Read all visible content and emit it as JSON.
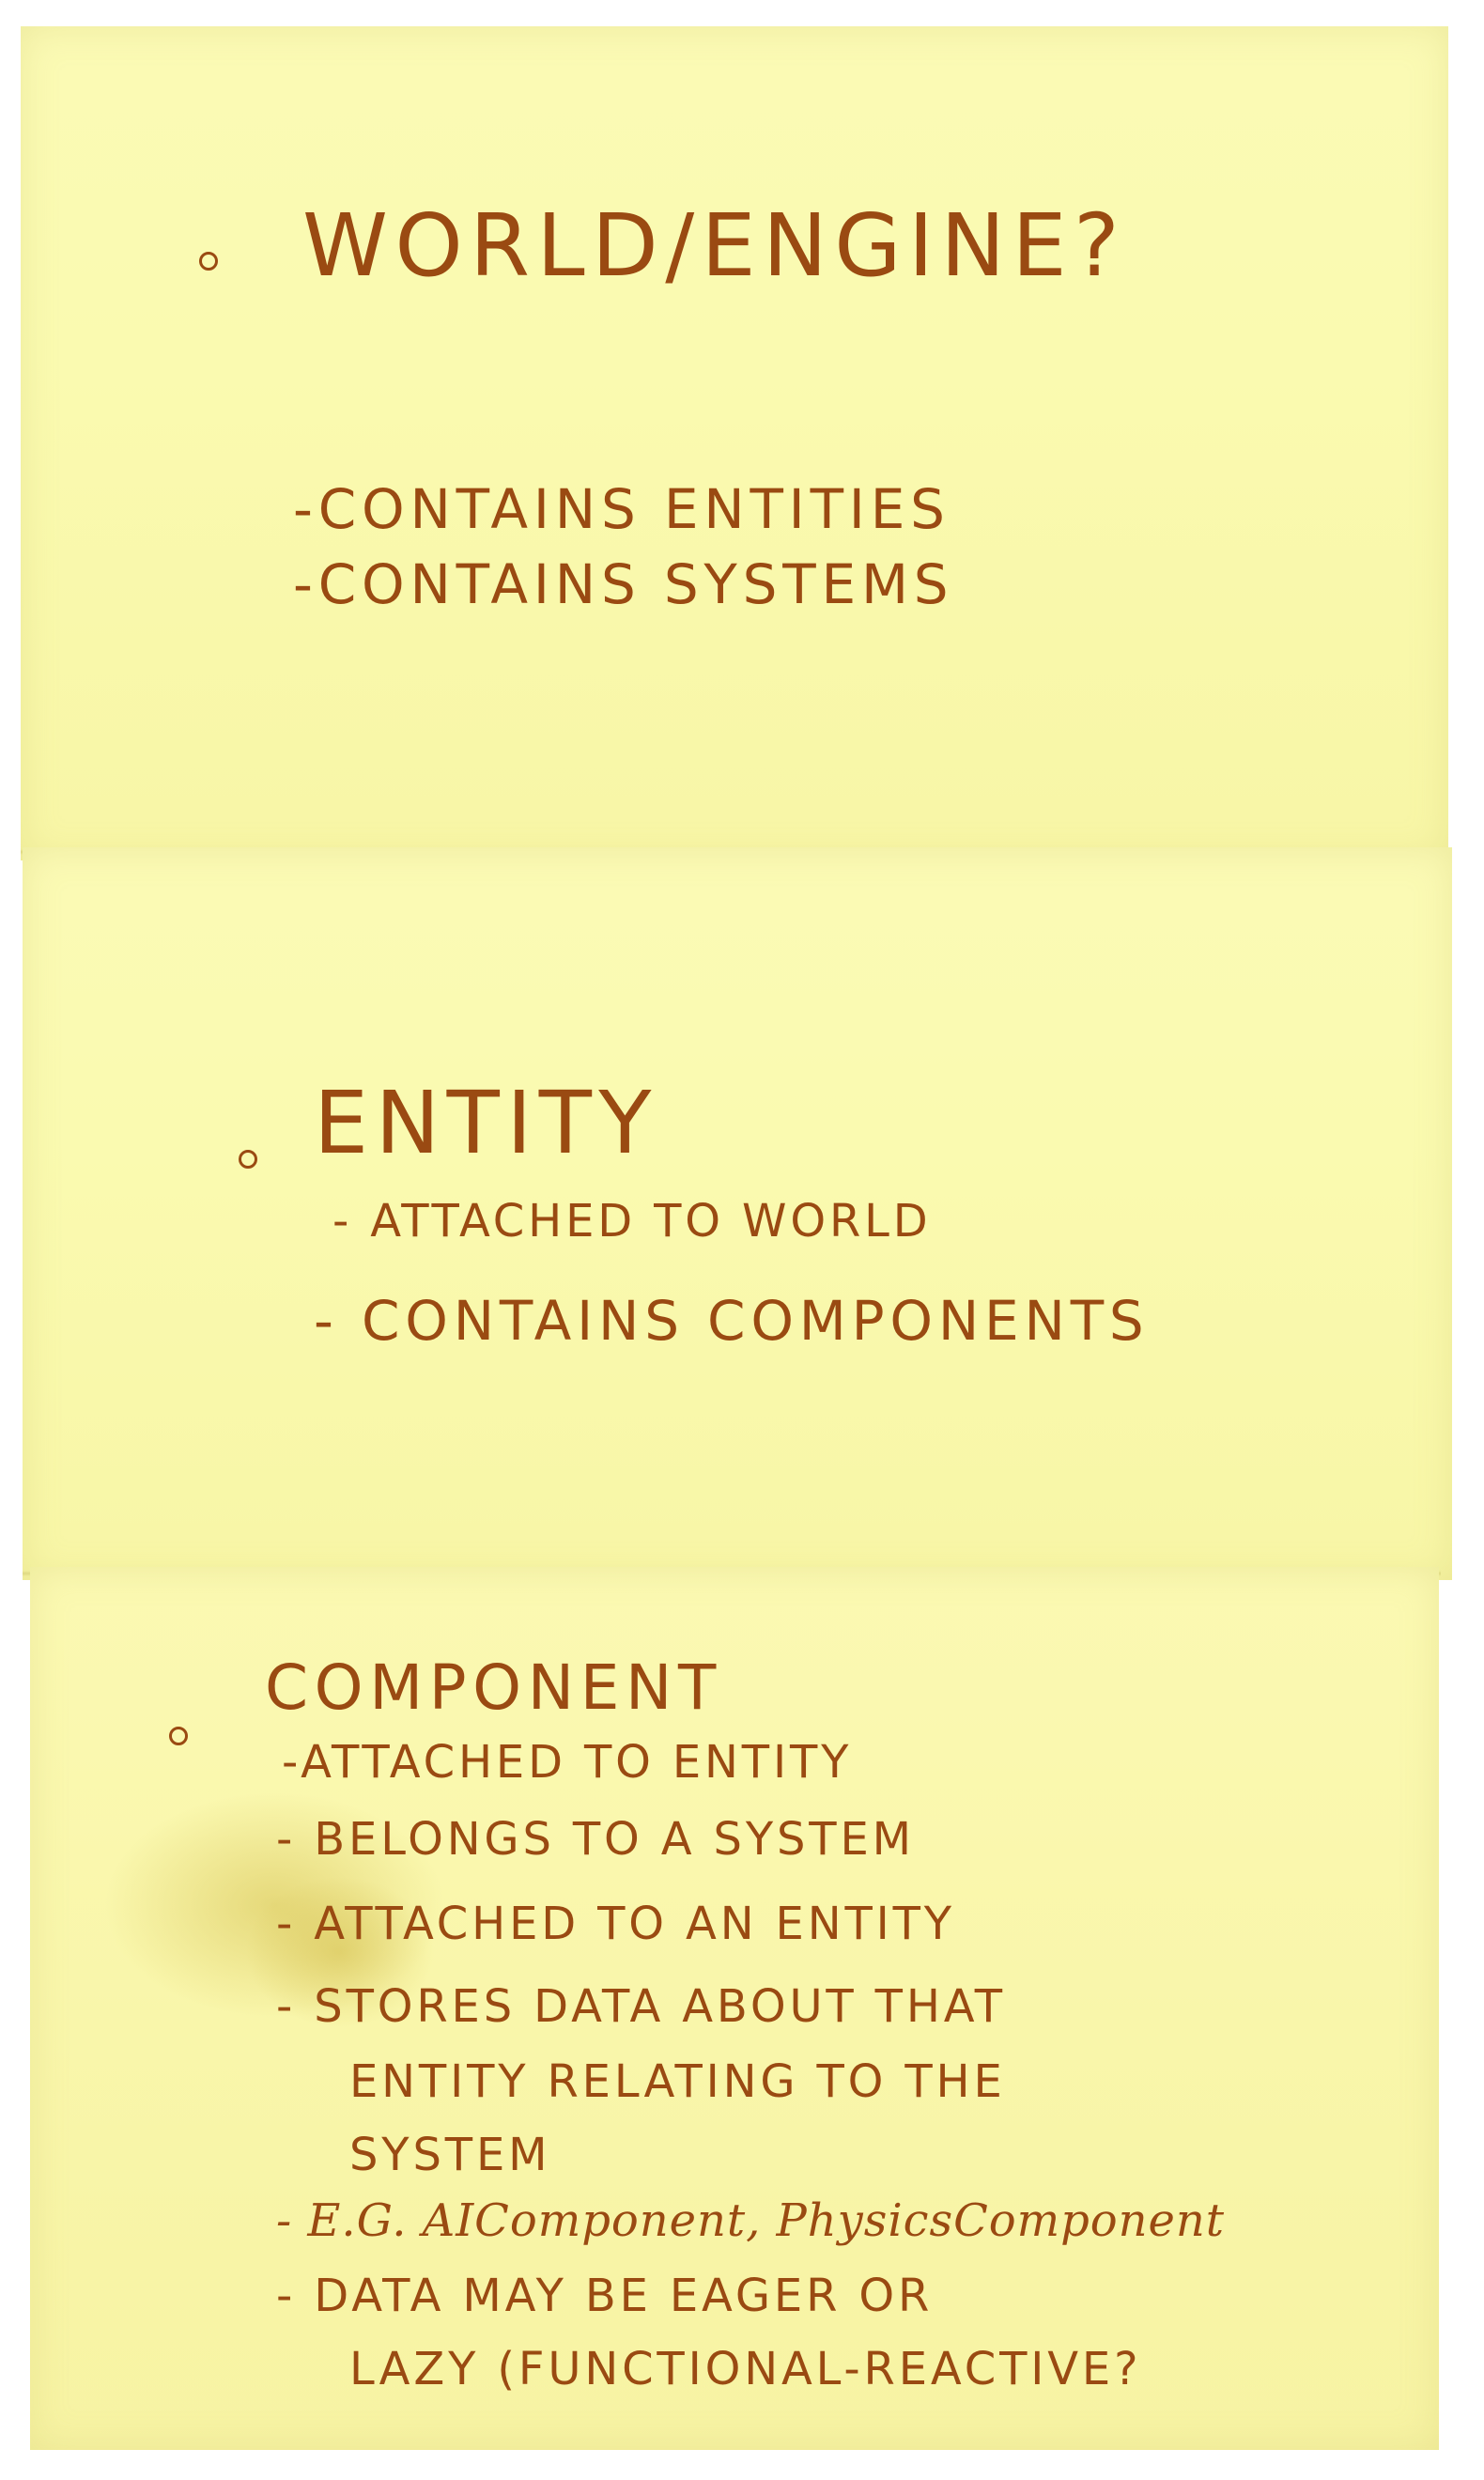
{
  "sections": [
    {
      "heading": "WORLD/ENGINE?",
      "items": [
        "-CONTAINS ENTITIES",
        "-CONTAINS SYSTEMS"
      ]
    },
    {
      "heading": "ENTITY",
      "items": [
        "- ATTACHED TO WORLD",
        "- CONTAINS COMPONENTS"
      ]
    },
    {
      "heading": "COMPONENT",
      "lines": [
        "-ATTACHED TO ENTITY",
        "- BELONGS TO A SYSTEM",
        "- ATTACHED TO AN ENTITY",
        "- STORES DATA ABOUT THAT",
        "ENTITY RELATING TO THE",
        "SYSTEM",
        "- E.G. AIComponent, PhysicsComponent",
        "- DATA MAY BE EAGER OR",
        "LAZY (FUNCTIONAL-REACTIVE?"
      ]
    }
  ],
  "colors": {
    "paper": "#fbfab5",
    "ink": "#9a4a12",
    "background": "#ffffff"
  }
}
